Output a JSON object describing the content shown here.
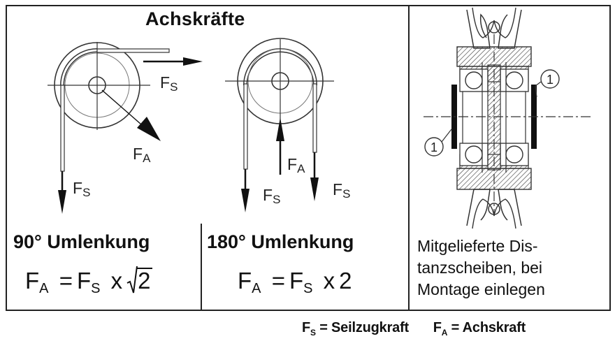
{
  "title": "Achskräfte",
  "panel_90": {
    "heading": "90° Umlenkung",
    "formula": {
      "lhs_main": "F",
      "lhs_sub": "A",
      "eq": "=",
      "rhs_main": "F",
      "rhs_sub": "S",
      "times": "x",
      "radicand": "2"
    },
    "labels": {
      "fs_right_main": "F",
      "fs_right_sub": "S",
      "fa_main": "F",
      "fa_sub": "A",
      "fs_down_main": "F",
      "fs_down_sub": "S"
    }
  },
  "panel_180": {
    "heading": "180° Umlenkung",
    "formula": {
      "lhs_main": "F",
      "lhs_sub": "A",
      "eq": "=",
      "rhs_main": "F",
      "rhs_sub": "S",
      "times": "x",
      "factor": "2"
    },
    "labels": {
      "fa_main": "F",
      "fa_sub": "A",
      "fs_left_main": "F",
      "fs_left_sub": "S",
      "fs_right_main": "F",
      "fs_right_sub": "S"
    }
  },
  "section_view": {
    "callout": "1",
    "note_lines": [
      "Mitgelieferte Dis-",
      "tanzscheiben, bei",
      "Montage einlegen"
    ]
  },
  "legend": {
    "fs_main": "F",
    "fs_sub": "S",
    "fs_text": "= Seilzugkraft",
    "fa_main": "F",
    "fa_sub": "A",
    "fa_text": "= Achskraft"
  }
}
